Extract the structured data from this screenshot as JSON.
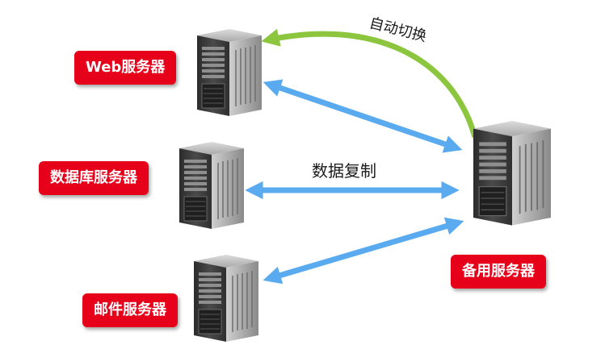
{
  "servers": {
    "web": {
      "label": "Web服务器"
    },
    "db": {
      "label": "数据库服务器"
    },
    "mail": {
      "label": "邮件服务器"
    },
    "backup": {
      "label": "备用服务器"
    }
  },
  "annotations": {
    "failover": "自动切换",
    "replication": "数据复制"
  },
  "colors": {
    "label_bg": "#e6001a",
    "replication_arrow": "#5aaaf0",
    "failover_arrow": "#8cc63f"
  },
  "icons": {
    "server": "tower-server-icon"
  }
}
